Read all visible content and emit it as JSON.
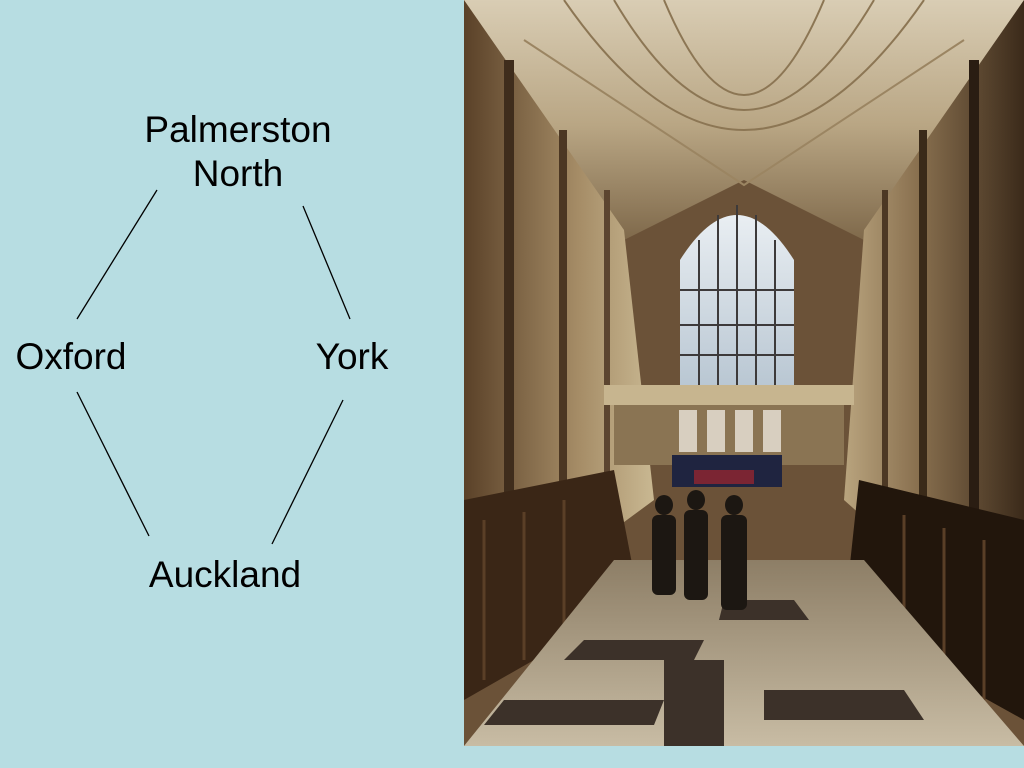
{
  "diagram": {
    "nodes": [
      {
        "id": "palmerston-north",
        "label_line1": "Palmerston",
        "label_line2": "North"
      },
      {
        "id": "oxford",
        "label": "Oxford"
      },
      {
        "id": "york",
        "label": "York"
      },
      {
        "id": "auckland",
        "label": "Auckland"
      }
    ],
    "edges": [
      {
        "from": "palmerston-north",
        "to": "oxford"
      },
      {
        "from": "palmerston-north",
        "to": "york"
      },
      {
        "from": "oxford",
        "to": "auckland"
      },
      {
        "from": "york",
        "to": "auckland"
      }
    ]
  },
  "photo": {
    "subject": "cathedral-nave-interior"
  },
  "colors": {
    "background": "#b7dde2",
    "text": "#000000",
    "line": "#000000"
  }
}
